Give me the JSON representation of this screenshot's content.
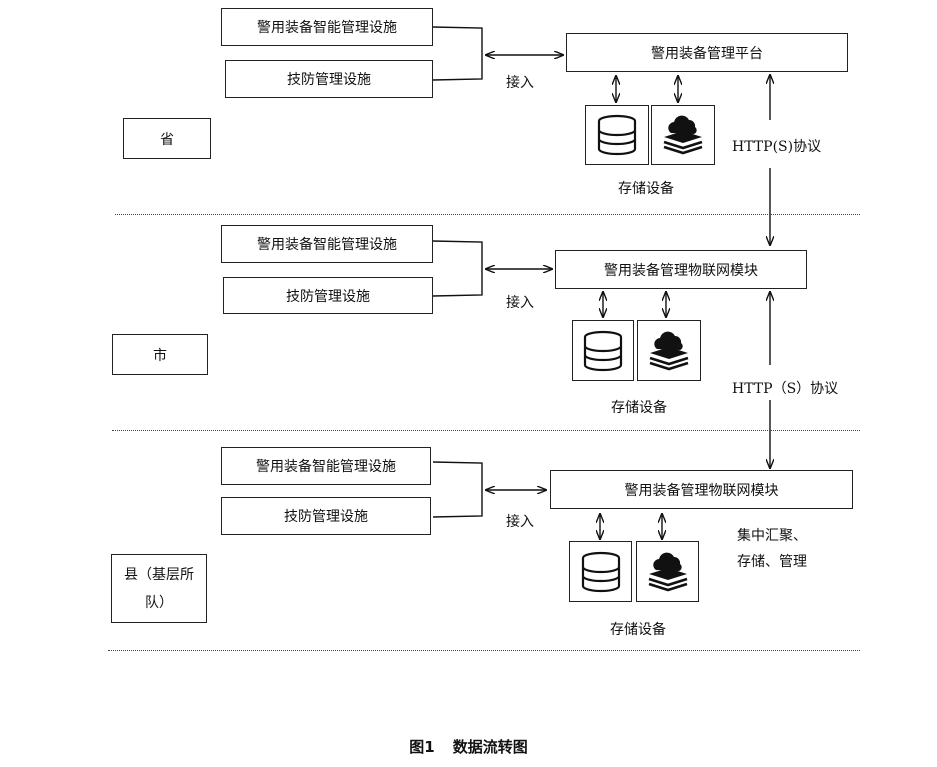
{
  "levels": {
    "province": "省",
    "city": "市",
    "county_line1": "县（基层所",
    "county_line2": "队）"
  },
  "facilities": {
    "smart_mgmt": "警用装备智能管理设施",
    "tech_defense": "技防管理设施"
  },
  "platforms": {
    "province_platform": "警用装备管理平台",
    "iot_module": "警用装备管理物联网模块"
  },
  "labels": {
    "access": "接入",
    "storage": "存储设备",
    "http_1": "HTTP(S)协议",
    "http_2": "HTTP（S）协议",
    "central_line1": "集中汇聚、",
    "central_line2": "存储、管理"
  },
  "icons": {
    "database": "database-icon",
    "cloud_stack": "cloud-stack-icon"
  },
  "caption": {
    "number": "图1",
    "title": "数据流转图"
  }
}
